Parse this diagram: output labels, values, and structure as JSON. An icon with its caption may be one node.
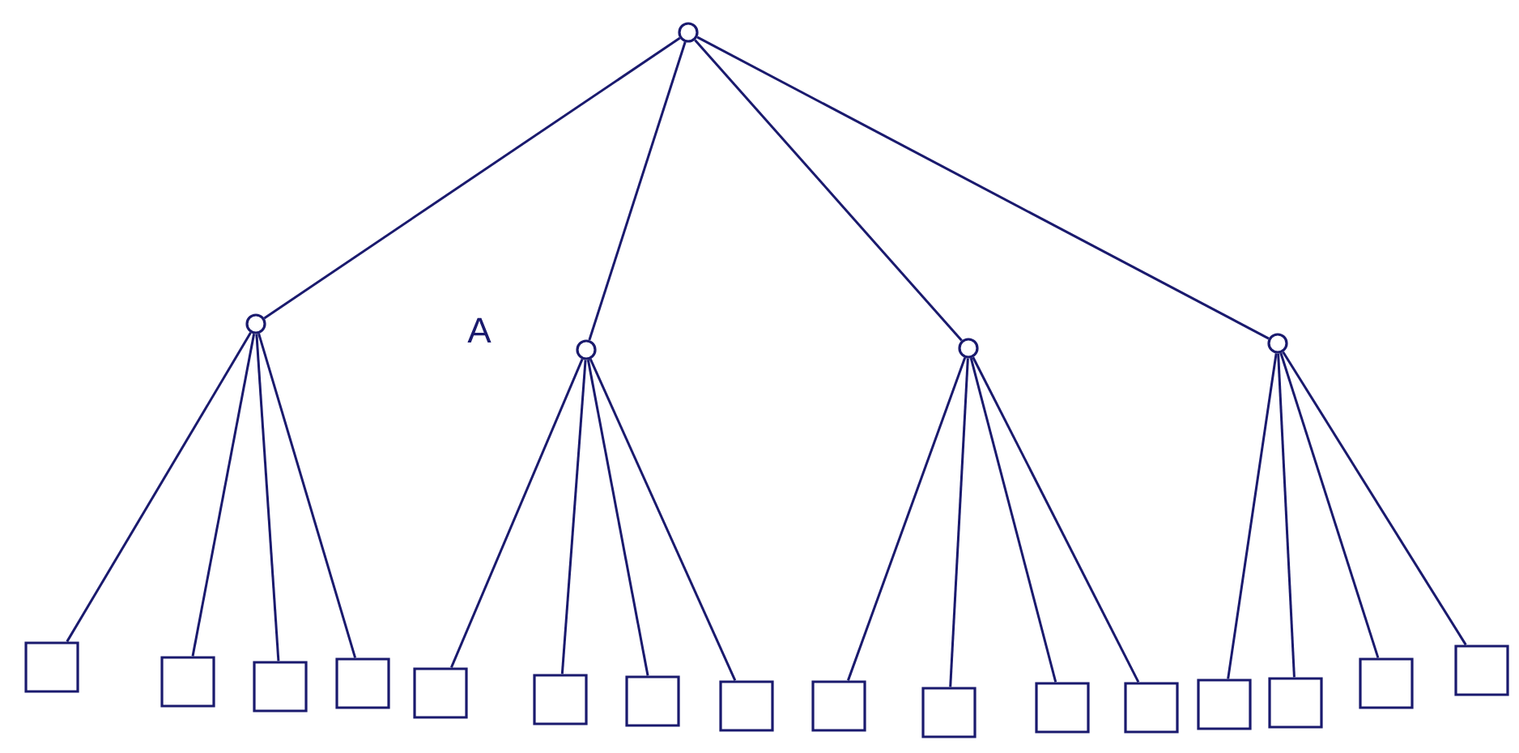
{
  "diagram": {
    "nodes": [
      {
        "text": [],
        "shape": "circle"
      },
      {
        "text": [],
        "shape": "circle"
      },
      {
        "text": [],
        "shape": "circle"
      },
      {
        "text": [],
        "shape": "circle"
      },
      {
        "text": [],
        "shape": "circle"
      },
      {
        "text": [],
        "shape": "box"
      },
      {
        "text": [],
        "shape": "box"
      },
      {
        "text": [],
        "shape": "box"
      },
      {
        "text": [],
        "shape": "box"
      },
      {
        "text": [],
        "shape": "box"
      },
      {
        "text": [],
        "shape": "box"
      },
      {
        "text": [],
        "shape": "box"
      },
      {
        "text": [],
        "shape": "box"
      },
      {
        "text": [],
        "shape": "box"
      },
      {
        "text": [],
        "shape": "box"
      },
      {
        "text": [],
        "shape": "box"
      },
      {
        "text": [],
        "shape": "box"
      },
      {
        "text": [],
        "shape": "box"
      },
      {
        "text": [],
        "shape": "box"
      },
      {
        "text": [],
        "shape": "box"
      },
      {
        "text": [],
        "shape": "box"
      }
    ],
    "edges": [
      {
        "from": 0,
        "to": 1,
        "arrow": "none"
      },
      {
        "from": 0,
        "to": 2,
        "arrow": "none"
      },
      {
        "from": 0,
        "to": 3,
        "arrow": "none"
      },
      {
        "from": 0,
        "to": 4,
        "arrow": "none"
      },
      {
        "from": 1,
        "to": 5,
        "arrow": "none"
      },
      {
        "from": 1,
        "to": 6,
        "arrow": "none"
      },
      {
        "from": 1,
        "to": 7,
        "arrow": "none"
      },
      {
        "from": 1,
        "to": 8,
        "arrow": "none"
      },
      {
        "from": 2,
        "to": 9,
        "arrow": "none"
      },
      {
        "from": 2,
        "to": 10,
        "arrow": "none"
      },
      {
        "from": 2,
        "to": 11,
        "arrow": "none"
      },
      {
        "from": 2,
        "to": 12,
        "arrow": "none"
      },
      {
        "from": 3,
        "to": 13,
        "arrow": "none"
      },
      {
        "from": 3,
        "to": 14,
        "arrow": "none"
      },
      {
        "from": 3,
        "to": 15,
        "arrow": "none"
      },
      {
        "from": 3,
        "to": 16,
        "arrow": "none"
      },
      {
        "from": 4,
        "to": 17,
        "arrow": "none"
      },
      {
        "from": 4,
        "to": 18,
        "arrow": "none"
      },
      {
        "from": 4,
        "to": 19,
        "arrow": "none"
      },
      {
        "from": 4,
        "to": 20,
        "arrow": "none"
      }
    ],
    "labels": [
      "A"
    ]
  }
}
